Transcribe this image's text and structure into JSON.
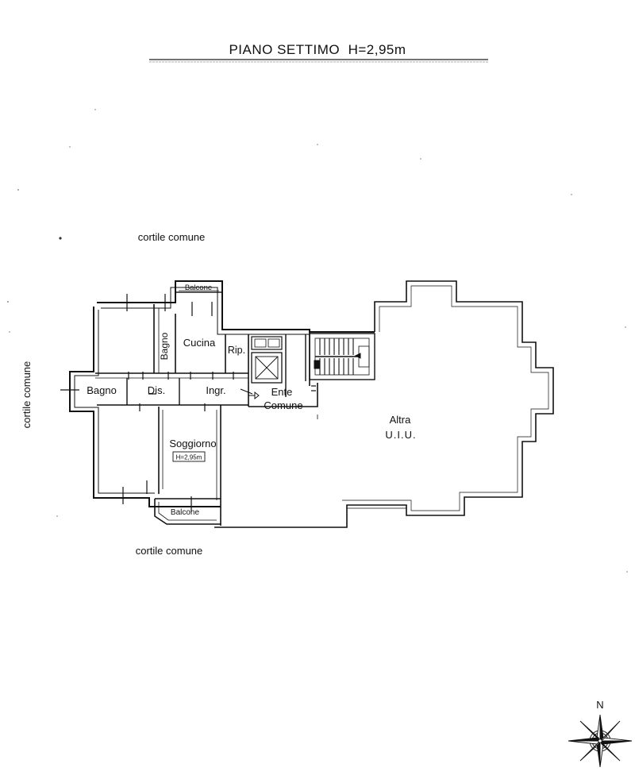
{
  "title": "PIANO SETTIMO  H=2,95m",
  "surroundings": {
    "top": "cortile comune",
    "left": "cortile comune",
    "bottom": "cortile comune"
  },
  "rooms": {
    "balcone_top": "Balcone",
    "bagno_vertical": "Bagno",
    "cucina": "Cucina",
    "ripostiglio": "Rip.",
    "bagno": "Bagno",
    "disimpegno": "Dis.",
    "ingresso": "Ingr.",
    "ente_line1": "Ente",
    "ente_line2": "Comune",
    "altra_line1": "Altra",
    "altra_line2": "U.I.U.",
    "soggiorno": "Soggiorno",
    "height_tag": "H=2,95m",
    "balcone_bottom": "Balcone"
  },
  "compass": {
    "north": "N"
  }
}
